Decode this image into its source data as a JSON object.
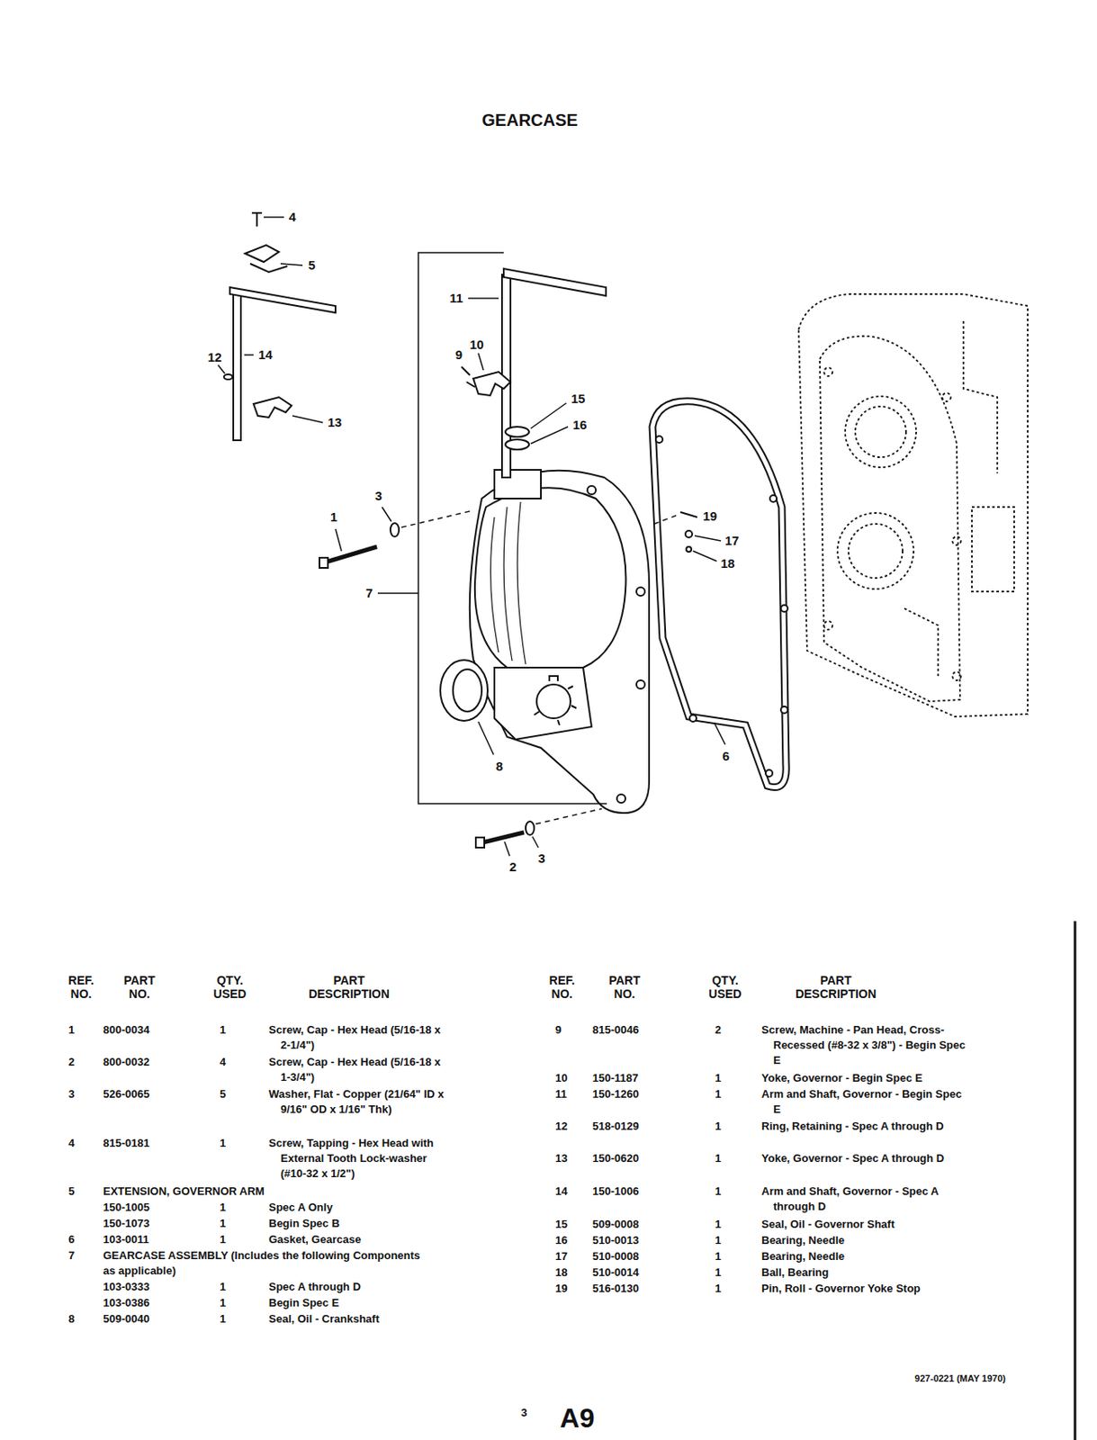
{
  "diagram": {
    "title": "GEARCASE",
    "labels": [
      "4",
      "5",
      "11",
      "10",
      "9",
      "12",
      "14",
      "13",
      "15",
      "16",
      "3",
      "1",
      "19",
      "17",
      "18",
      "7",
      "8",
      "6",
      "2",
      "3",
      "REF. NO.",
      "PART NO.",
      "QTY. USED",
      "PART DESCRIPTION",
      "REF. NO.",
      "PART NO.",
      "QTY. USED",
      "PART DESCRIPTION",
      "1",
      "800-0034",
      "1",
      "Screw, Cap - Hex Head (5/16-18 x 2-1/4\")",
      "2",
      "800-0032",
      "4",
      "Screw, Cap - Hex Head (5/16-18 x 1-3/4\")",
      "3",
      "526-0065",
      "5",
      "Washer, Flat - Copper (21/64\" ID x 9/16\" OD x 1/16\" Thk)",
      "4",
      "815-0181",
      "1",
      "Screw, Tapping - Hex Head with External Tooth Lock-washer (#10-32 x 1/2\")",
      "5",
      "EXTENSION, GOVERNOR ARM",
      "150-1005",
      "1",
      "Spec A Only",
      "150-1073",
      "1",
      "Begin Spec B",
      "6",
      "103-0011",
      "1",
      "Gasket, Gearcase",
      "7",
      "GEARCASE ASSEMBLY (Includes the following Components as applicable)",
      "103-0333",
      "1",
      "Spec A through D",
      "103-0386",
      "1",
      "Begin Spec E",
      "8",
      "509-0040",
      "1",
      "Seal, Oil - Crankshaft",
      "9",
      "815-0046",
      "2",
      "Screw, Machine - Pan Head, Cross-Recessed (#8-32 x 3/8\") - Begin Spec E",
      "10",
      "150-1187",
      "1",
      "Yoke, Governor - Begin Spec E",
      "11",
      "150-1260",
      "1",
      "Arm and Shaft, Governor - Begin Spec E",
      "12",
      "518-0129",
      "1",
      "Ring, Retaining - Spec A through D",
      "13",
      "150-0620",
      "1",
      "Yoke, Governor - Spec A through D",
      "14",
      "150-1006",
      "1",
      "Arm and Shaft, Governor - Spec A through D",
      "15",
      "509-0008",
      "1",
      "Seal, Oil - Governor Shaft",
      "16",
      "510-0013",
      "1",
      "Bearing, Needle",
      "17",
      "510-0008",
      "1",
      "Bearing, Needle",
      "18",
      "510-0014",
      "1",
      "Ball, Bearing",
      "19",
      "516-0130",
      "1",
      "Pin, Roll - Governor Yoke Stop",
      "927-0221 (MAY 1970)",
      "3",
      "A9"
    ]
  }
}
